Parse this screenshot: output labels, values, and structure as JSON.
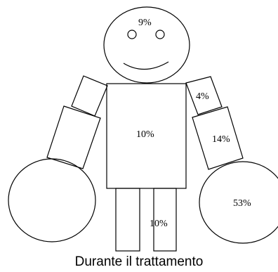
{
  "caption": "Durante il trattamento",
  "labels": {
    "head": "9%",
    "torso": "10%",
    "right_upper_arm": "4%",
    "right_forearm": "14%",
    "right_hand": "53%",
    "legs": "10%"
  }
}
